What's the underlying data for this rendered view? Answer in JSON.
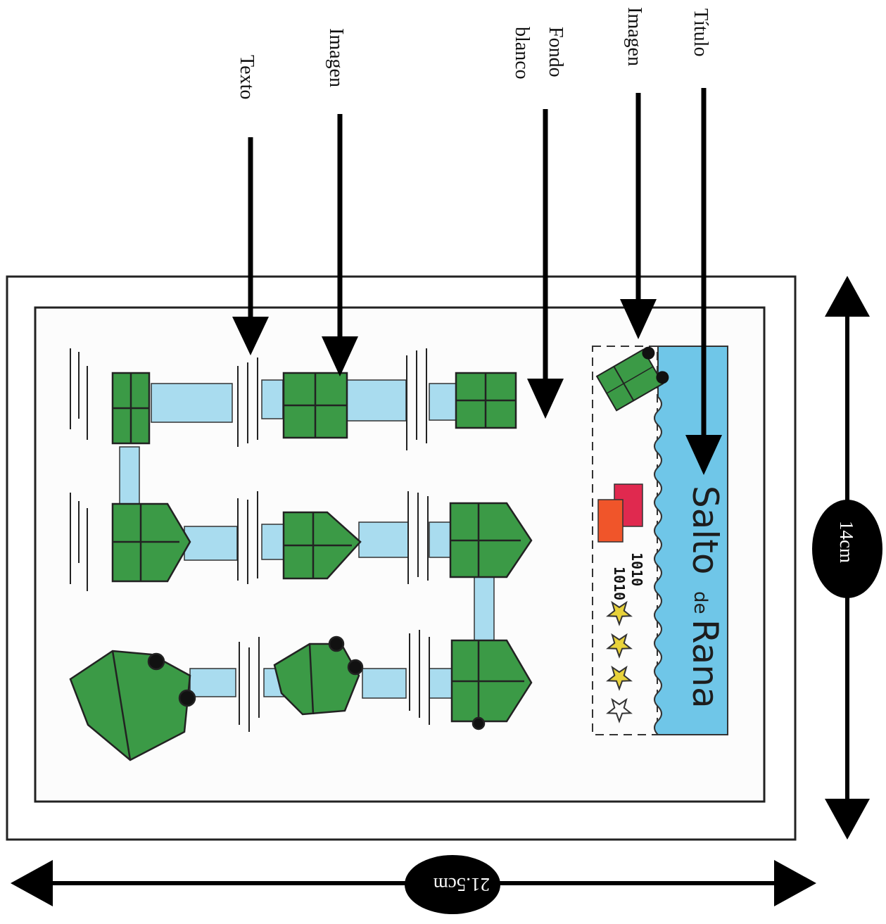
{
  "labels": {
    "texto": "Texto",
    "imagen_levels": "Imagen",
    "fondo_line1": "Fondo",
    "fondo_line2": "blanco",
    "imagen_header": "Imagen",
    "titulo": "Título"
  },
  "dimensions": {
    "height": "14cm",
    "width": "21.5cm"
  },
  "game_screen": {
    "title_main": "Salto",
    "title_de": "de",
    "title_rana": "Rana",
    "score_1": "1010",
    "score_2": "1010",
    "stars_filled": 3,
    "stars_total": 4
  },
  "colors": {
    "water_blue": "#6fc6e8",
    "path_blue": "#a9dcef",
    "frog_green": "#3b9a46",
    "star_yellow": "#e8d23a",
    "card_red": "#e0294f",
    "card_orange": "#f0552a"
  }
}
